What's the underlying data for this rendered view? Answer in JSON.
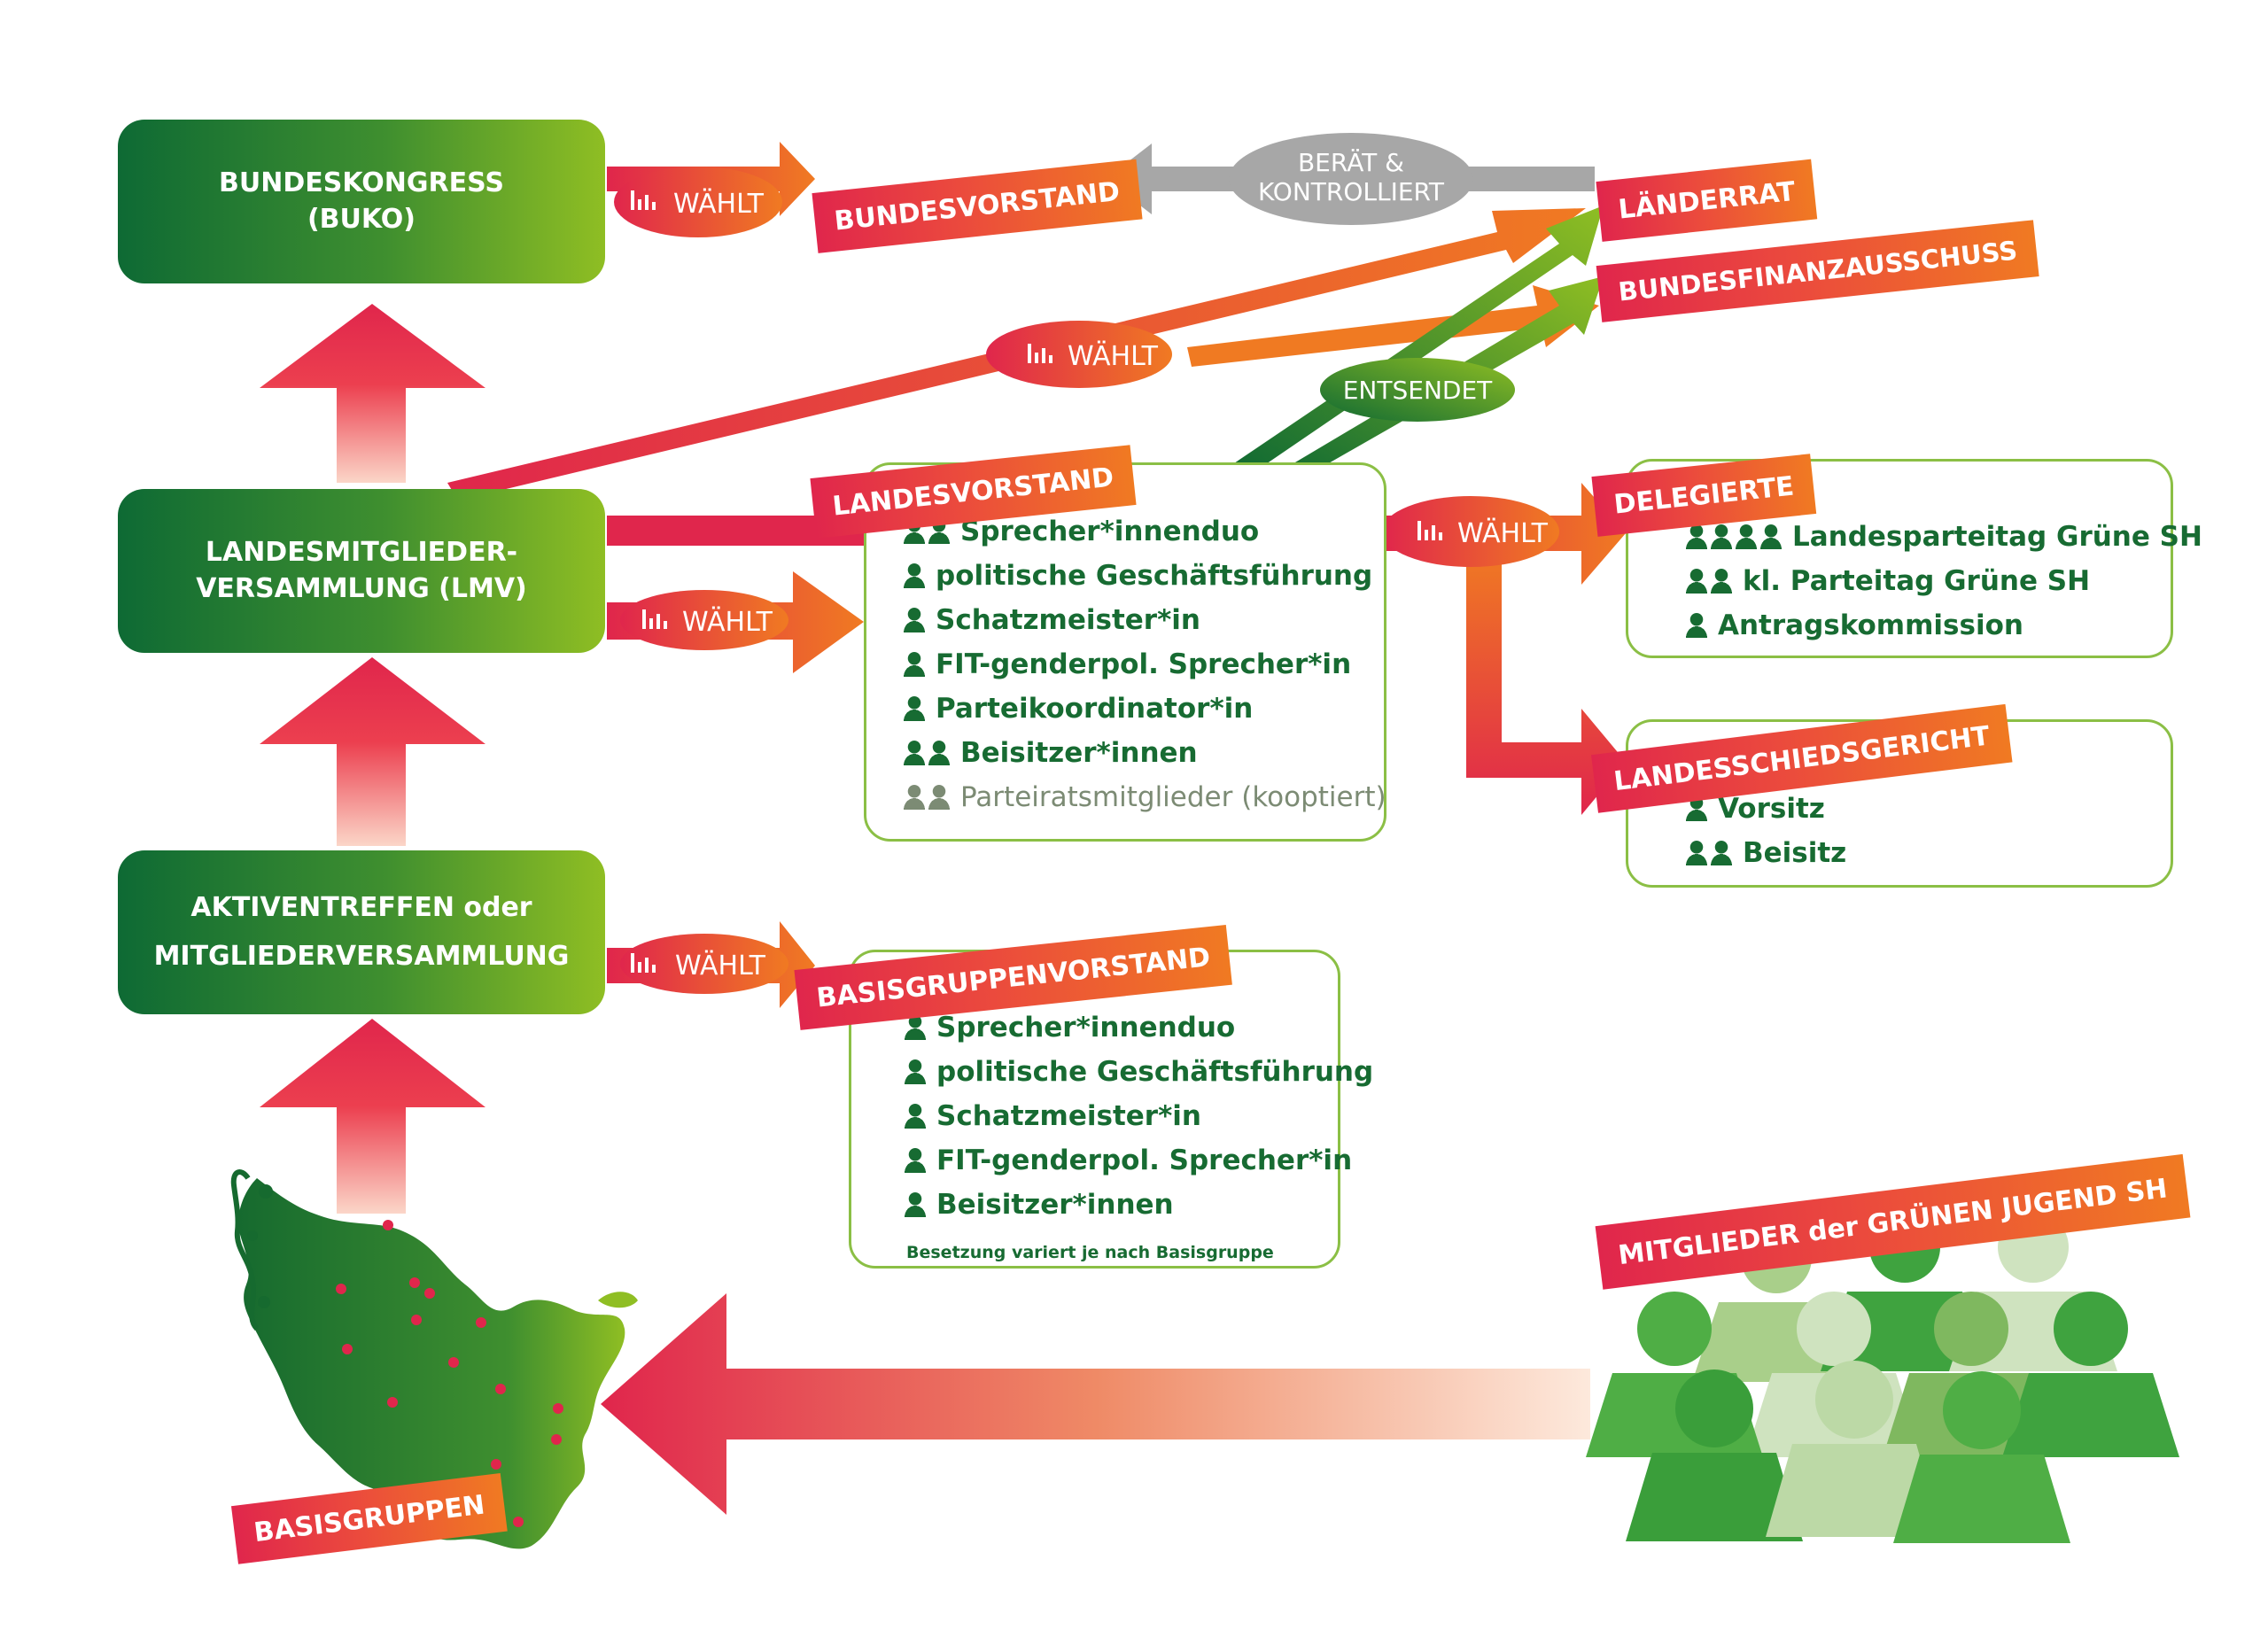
{
  "boxes": {
    "buko": {
      "line1": "BUNDESKONGRESS",
      "line2": "(BUKO)"
    },
    "lmv": {
      "line1": "LANDESMITGLIEDER-",
      "line2": "VERSAMMLUNG (LMV)"
    },
    "aktiv": {
      "line1": "AKTIVENTREFFEN oder",
      "line2": "MITGLIEDERVERSAMMLUNG"
    }
  },
  "banners": {
    "bundesvorstand": "BUNDESVORSTAND",
    "laenderrat": "LÄNDERRAT",
    "bundesfinanzausschuss": "BUNDESFINANZAUSSCHUSS",
    "landesvorstand": "LANDESVORSTAND",
    "delegierte": "DELEGIERTE",
    "landesschiedsgericht": "LANDESSCHIEDSGERICHT",
    "basisgruppenvorstand": "BASISGRUPPENVORSTAND",
    "mitglieder": "MITGLIEDER der GRÜNEN JUGEND SH",
    "basisgruppen": "BASISGRUPPEN"
  },
  "relations": {
    "waehlt": "WÄHLT",
    "beraet_line1": "BERÄT &",
    "beraet_line2": "KONTROLLIERT",
    "entsendet": "ENTSENDET"
  },
  "landesvorstand_items": [
    {
      "count": 2,
      "label": "Sprecher*innenduo"
    },
    {
      "count": 1,
      "label": "politische Geschäftsführung"
    },
    {
      "count": 1,
      "label": "Schatzmeister*in"
    },
    {
      "count": 1,
      "label": "FIT-genderpol. Sprecher*in"
    },
    {
      "count": 1,
      "label": "Parteikoordinator*in"
    },
    {
      "count": 2,
      "label": "Beisitzer*innen"
    },
    {
      "count": 2,
      "label": "Parteiratsmitglieder (kooptiert)",
      "muted": true
    }
  ],
  "delegierte_items": [
    {
      "count": 4,
      "label": "Landesparteitag Grüne SH"
    },
    {
      "count": 2,
      "label": "kl. Parteitag Grüne SH"
    },
    {
      "count": 1,
      "label": "Antragskommission"
    }
  ],
  "schiedsgericht_items": [
    {
      "count": 1,
      "label": "Vorsitz"
    },
    {
      "count": 2,
      "label": "Beisitz"
    }
  ],
  "basisgruppenvorstand_items": [
    {
      "count": 1,
      "label": "Sprecher*innenduo"
    },
    {
      "count": 1,
      "label": "politische Geschäftsführung"
    },
    {
      "count": 1,
      "label": "Schatzmeister*in"
    },
    {
      "count": 1,
      "label": "FIT-genderpol. Sprecher*in"
    },
    {
      "count": 1,
      "label": "Beisitzer*innen"
    }
  ],
  "basisgruppen_note": "Besetzung variert je nach Basisgruppe",
  "colors": {
    "dark_green": "#176b32",
    "light_green": "#8fbe23",
    "red": "#e0264c",
    "orange": "#f07a22",
    "grey": "#a7a7a7"
  }
}
